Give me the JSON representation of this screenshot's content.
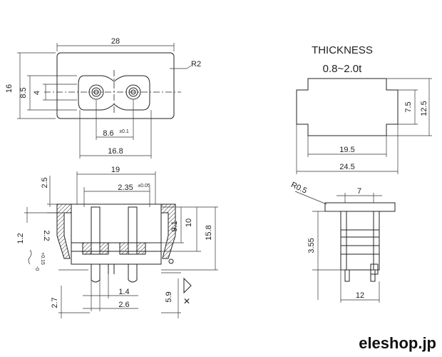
{
  "title": {
    "thickness_label": "THICKNESS",
    "thickness_range": "0.8~2.0t"
  },
  "front_view": {
    "width": "28",
    "radius": "R2",
    "height": "16",
    "inner_height": "8.5",
    "pin_offset": "4",
    "pin_pitch": "8.6",
    "pin_pitch_tol": "±0.1",
    "body_width": "16.8"
  },
  "panel_cutout": {
    "height_small": "7.5",
    "height_large": "12.5",
    "width_inner": "19.5",
    "width_outer": "24.5"
  },
  "section_view": {
    "top_width": "19",
    "pin_spacing": "2.35",
    "pin_spacing_tol": "±0.05",
    "flange": "2.5",
    "left_a": "1.2",
    "left_b": "2.2",
    "left_c": "+0.15",
    "left_d": "-0",
    "h1": "9.1",
    "h2": "10",
    "h3": "15.8",
    "bottom_a": "1.4",
    "bottom_b": "2.6",
    "bottom_c": "2.7",
    "bottom_d": "5.9"
  },
  "side_view": {
    "radius": "R0.5",
    "top": "7",
    "depth": "3.55",
    "base": "12"
  },
  "brand": "eleshop.jp"
}
